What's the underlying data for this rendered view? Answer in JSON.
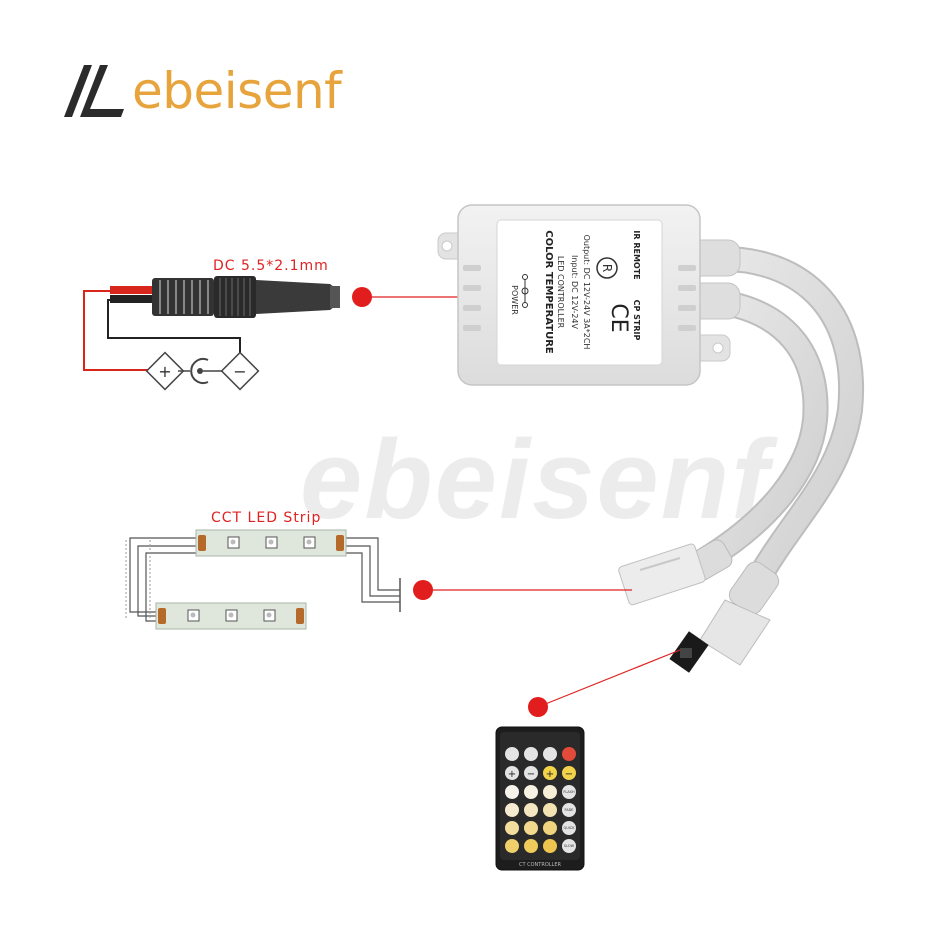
{
  "brand": {
    "name": "ebeisenf",
    "accent": "#e8a43c"
  },
  "labels": {
    "dc_jack": "DC 5.5*2.1mm",
    "strip": "CCT LED Strip",
    "polarity_plus": "+",
    "polarity_minus": "−"
  },
  "controller": {
    "title": "COLOR TEMPERATURE",
    "subtitle": "LED  CONTROLLER",
    "input": "Input: DC 12V-24V",
    "output": "Output: DC 12V-24V 3A*2CH",
    "power_label": "POWER",
    "ce_mark": "CE",
    "rohs_mark": "R",
    "ir_label": "IR REMOTE",
    "strip_label": "CP  STRIP"
  },
  "remote": {
    "footer": "CT CONTROLLER",
    "buttons_right": [
      "FLASH",
      "FADE",
      "QUICK",
      "SLOW"
    ],
    "row2": [
      "+",
      "−",
      "+",
      "−"
    ]
  },
  "colors": {
    "accent_red": "#e02222",
    "wire_red": "#d9261c",
    "strip_green": "#dfe6dc"
  }
}
